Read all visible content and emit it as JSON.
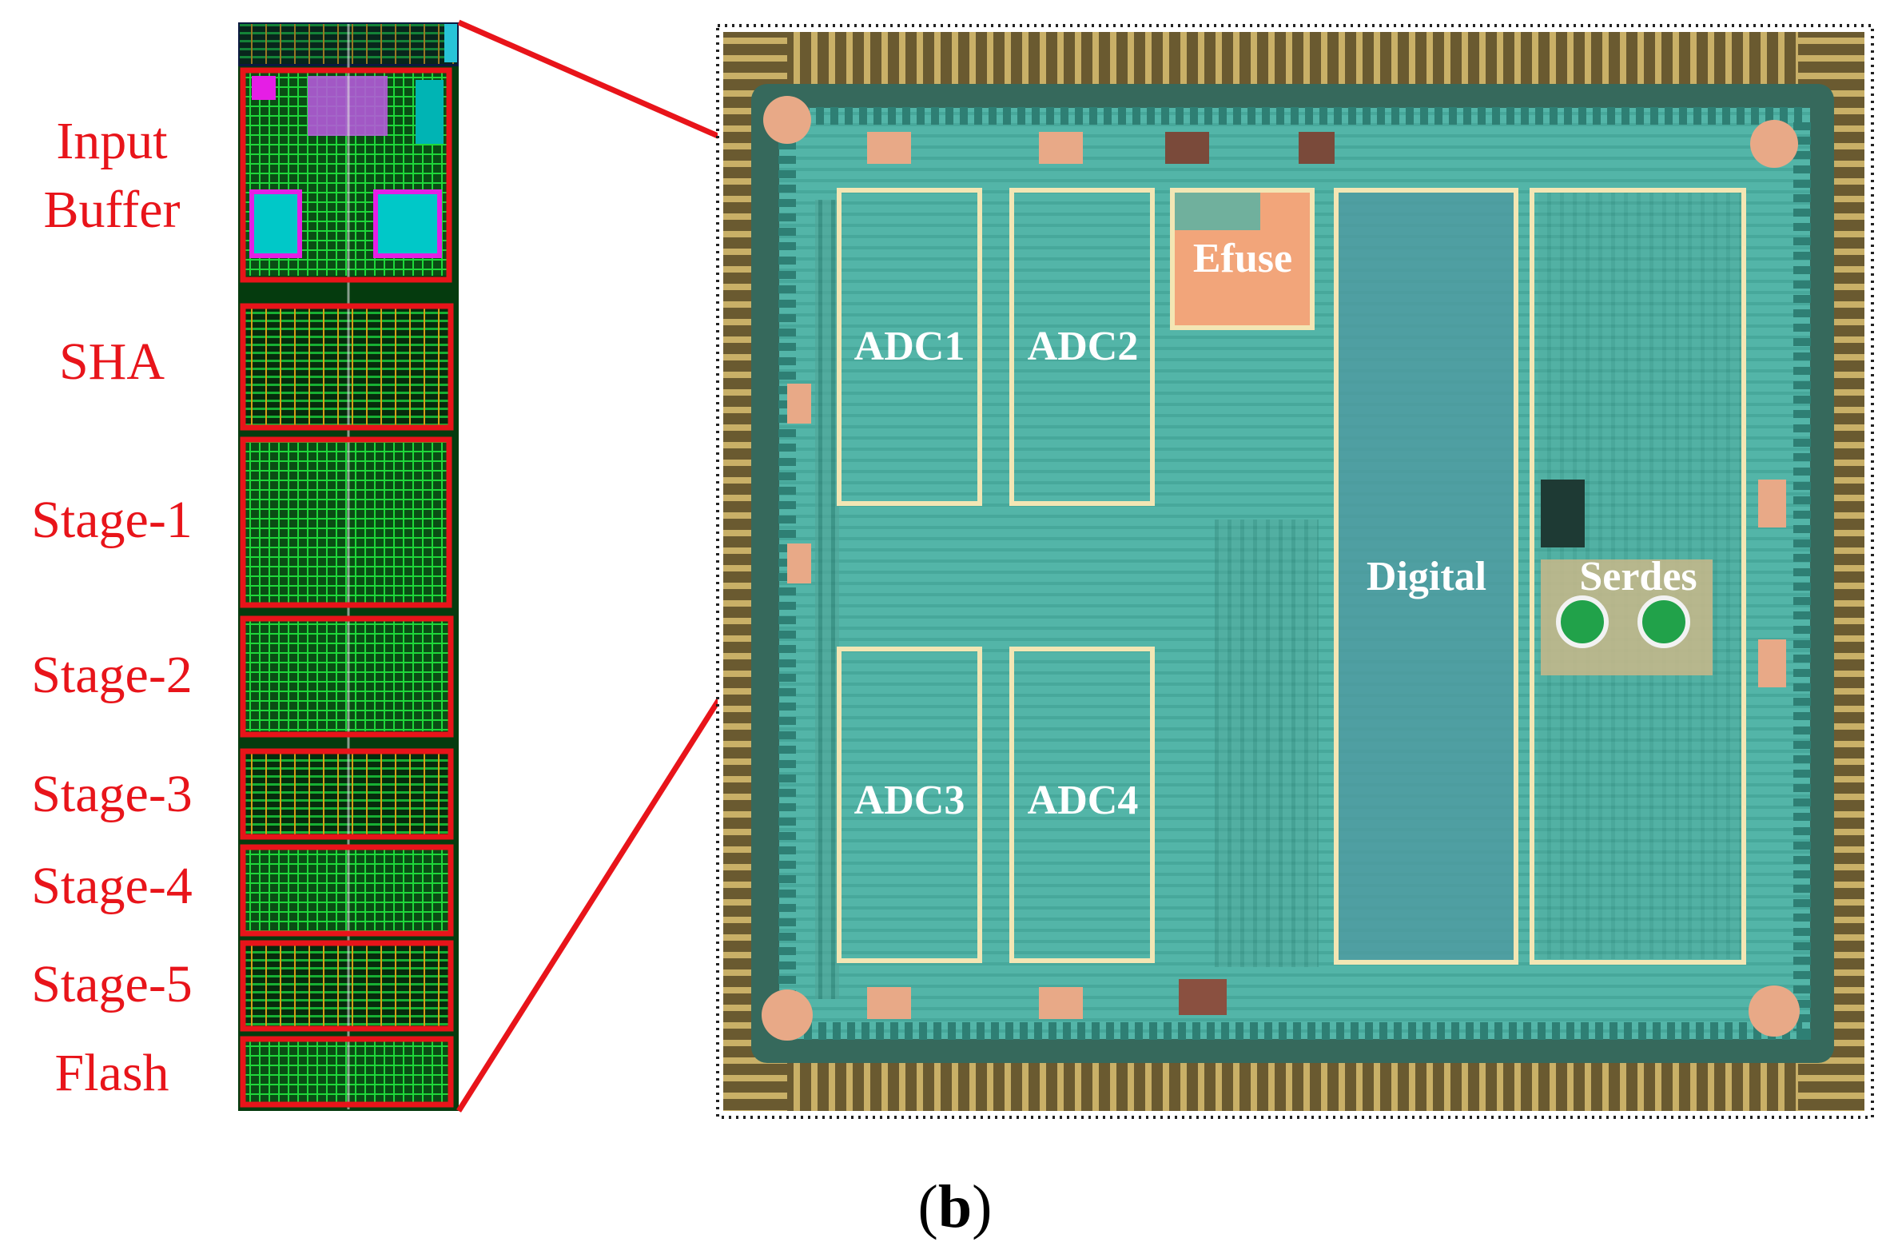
{
  "colors": {
    "red": "#e8141a",
    "highlight": "#f3e6b4",
    "efuse": "#f2a57a",
    "die": "#4fb3a6",
    "label": "#ffffff"
  },
  "layout_labels": {
    "input_1": "Input",
    "input_2": "Buffer",
    "sha": "SHA",
    "stage1": "Stage-1",
    "stage2": "Stage-2",
    "stage3": "Stage-3",
    "stage4": "Stage-4",
    "stage5": "Stage-5",
    "flash": "Flash"
  },
  "die_labels": {
    "adc1": "ADC1",
    "adc2": "ADC2",
    "adc3": "ADC3",
    "adc4": "ADC4",
    "efuse": "Efuse",
    "digital": "Digital",
    "serdes": "Serdes"
  },
  "caption": {
    "open": "(",
    "letter": "b",
    "close": ")"
  }
}
